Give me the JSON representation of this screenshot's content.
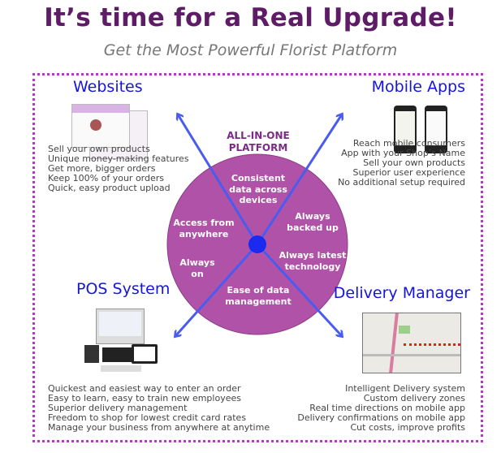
{
  "title": "It’s time for a Real Upgrade!",
  "subtitle": "Get the Most Powerful Florist Platform",
  "platform": {
    "line1": "ALL-IN-ONE",
    "line2": "PLATFORM"
  },
  "circle": {
    "top": [
      "Consistent",
      "data across",
      "devices"
    ],
    "backed": [
      "Always",
      "backed up"
    ],
    "access": [
      "Access from",
      "anywhere"
    ],
    "on": [
      "Always",
      "on"
    ],
    "latest": [
      "Always latest",
      "technology"
    ],
    "ease": [
      "Ease of data",
      "management"
    ]
  },
  "colors": {
    "title": "#5e1c66",
    "heading": "#1515e0",
    "circle": "#b052a8",
    "arrow": "#4a5cf0",
    "frame": "#b03cbf"
  },
  "sections": {
    "websites": {
      "title": "Websites",
      "items": [
        "Sell your own products",
        "Unique money-making features",
        "Get more, bigger orders",
        "Keep 100% of your orders",
        "Quick, easy product upload"
      ]
    },
    "mobile": {
      "title": "Mobile Apps",
      "items": [
        "Reach mobile consumers",
        "App with your Shop’s Name",
        "Sell your own products",
        "Superior user experience",
        "No additional setup required"
      ]
    },
    "pos": {
      "title": "POS System",
      "items": [
        "Quickest and easiest way to enter an order",
        "Easy to learn, easy to train new employees",
        "Superior delivery management",
        "Freedom to shop for lowest credit card rates",
        "Manage your business from anywhere at anytime"
      ]
    },
    "delivery": {
      "title": "Delivery Manager",
      "items": [
        "Intelligent Delivery system",
        "Custom delivery zones",
        "Real time directions on mobile app",
        "Delivery confirmations on mobile app",
        "Cut costs, improve profits"
      ]
    }
  }
}
